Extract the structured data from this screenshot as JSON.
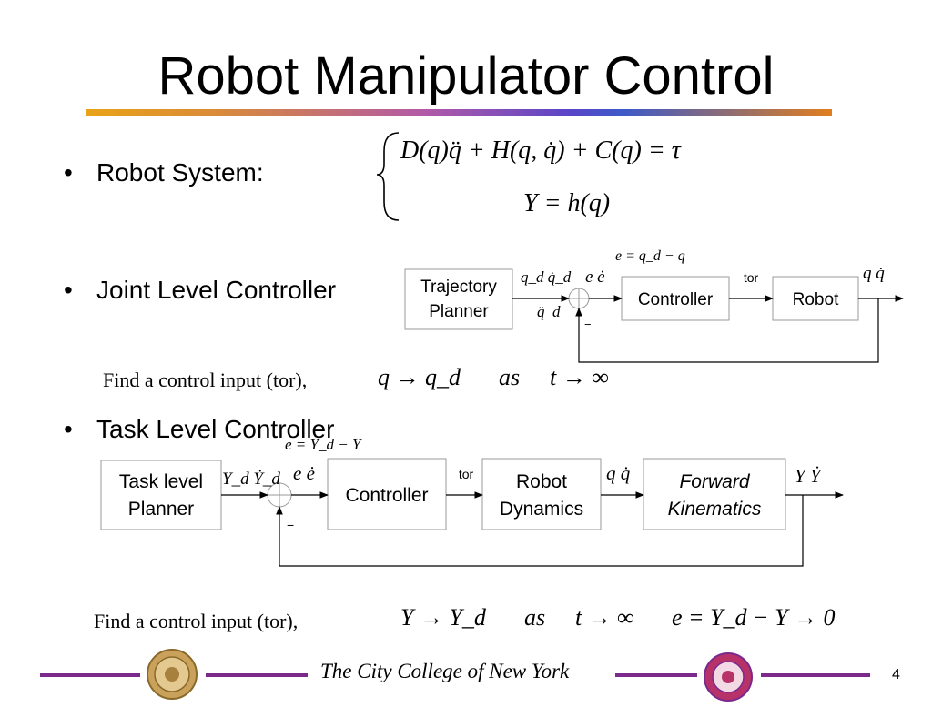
{
  "slide": {
    "title": "Robot Manipulator Control",
    "page_number": "4"
  },
  "bullets": [
    {
      "label": "Robot System:"
    },
    {
      "label": "Joint Level Controller"
    },
    {
      "label": "Task Level Controller"
    }
  ],
  "equations": {
    "dynamics": "D(q)q̈ + H(q, q̇) + C(q) = τ",
    "output": "Y = h(q)"
  },
  "joint_diagram": {
    "planner_line1": "Trajectory",
    "planner_line2": "Planner",
    "controller": "Controller",
    "robot": "Robot",
    "tor_label": "tor",
    "error_def": "e = q_d − q",
    "ref_signals": "q_d q̇_d",
    "ref_accel": "q̈_d",
    "error_signals": "e ė",
    "output_signals": "q  q̇",
    "minus_sign": "−"
  },
  "joint_find": {
    "text": "Find a control input (tor),",
    "goal": "q → q_d",
    "as": "as",
    "limit": "t → ∞"
  },
  "task_diagram": {
    "planner_line1": "Task level",
    "planner_line2": "Planner",
    "controller": "Controller",
    "dynamics_line1": "Robot",
    "dynamics_line2": "Dynamics",
    "fk_line1": "Forward",
    "fk_line2": "Kinematics",
    "tor_label": "tor",
    "error_def": "e = Y_d − Y",
    "ref_signals": "Y_d Ẏ_d",
    "error_signals": "e ė",
    "joint_signals": "q  q̇",
    "output_signals": "Y Ẏ",
    "minus_sign": "−"
  },
  "task_find": {
    "text": "Find a control input (tor),",
    "goal": "Y → Y_d",
    "as": "as",
    "limit": "t → ∞",
    "error_limit": "e = Y_d − Y → 0"
  },
  "footer": {
    "institution": "The City College of New York",
    "left_logo": "ccny-seal",
    "right_logo": "robotics-lab-seal"
  },
  "colors": {
    "footer_line": "#7b2a8c",
    "box_border": "#9a9a9a"
  }
}
